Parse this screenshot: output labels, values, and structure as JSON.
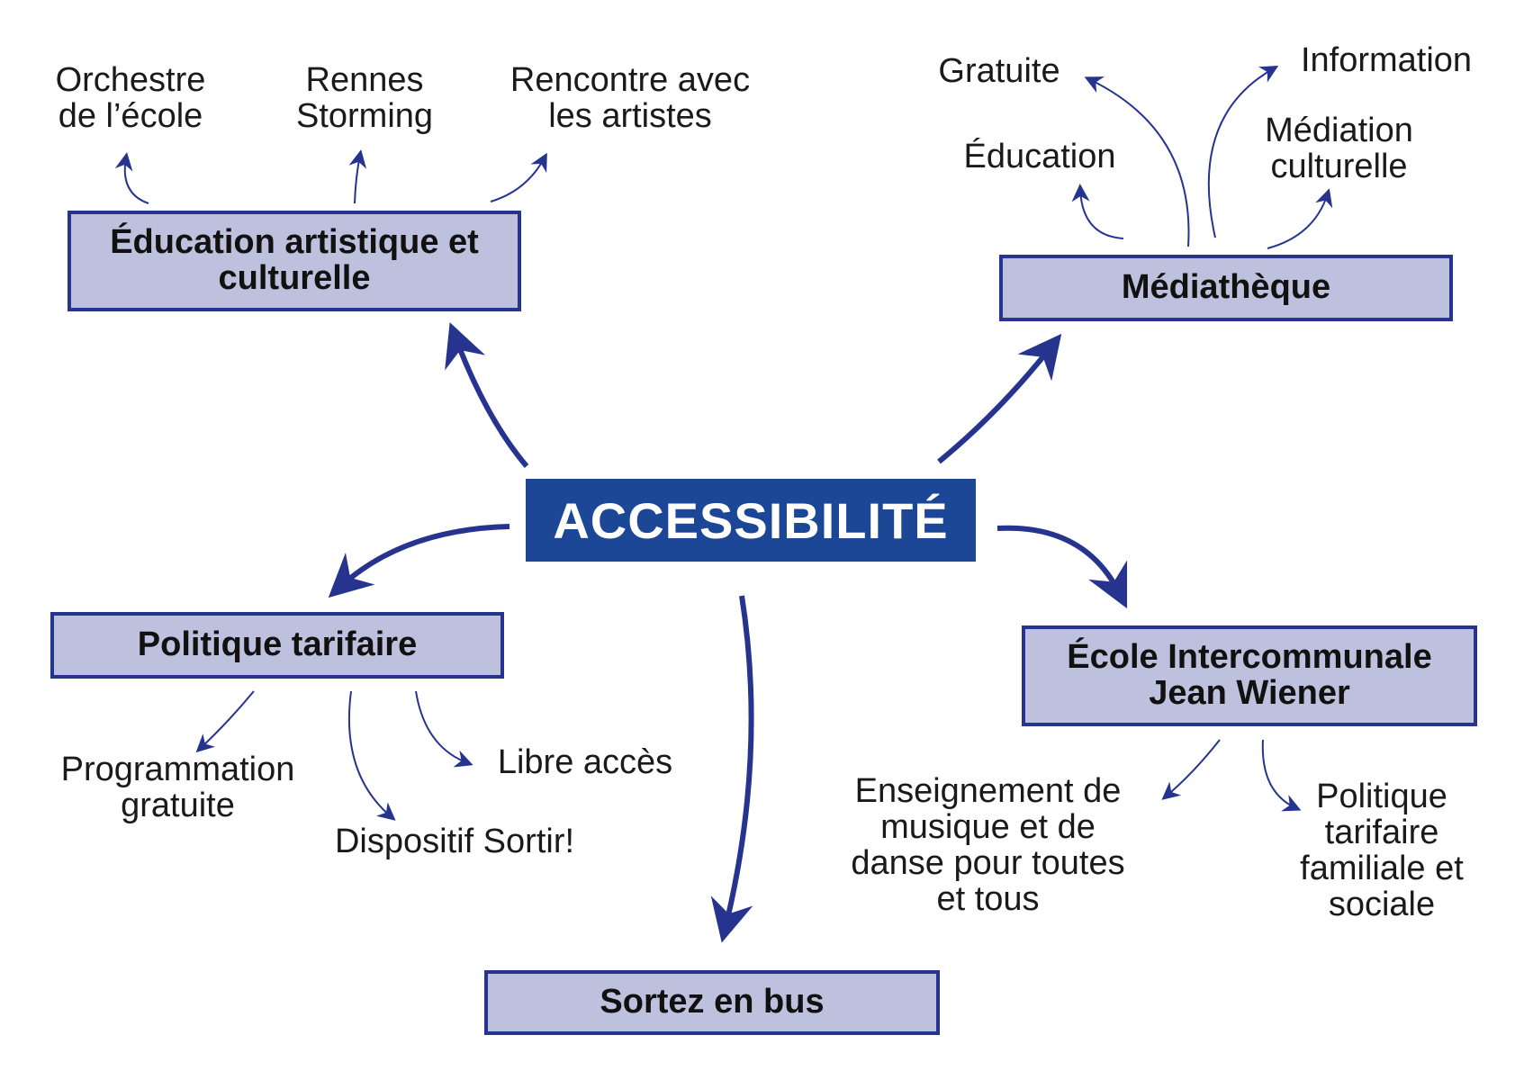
{
  "center": {
    "label": "ACCESSIBILITÉ"
  },
  "colors": {
    "accent": "#26348f",
    "center_fill": "#1c4797",
    "box_fill": "#bec1dd"
  },
  "nodes": {
    "education": {
      "label": "Éducation artistique et\nculturelle",
      "children": [
        "Orchestre\nde l’école",
        "Rennes\nStorming",
        "Rencontre avec\nles artistes"
      ]
    },
    "mediatheque": {
      "label": "Médiathèque",
      "children": [
        "Gratuite",
        "Information",
        "Éducation",
        "Médiation\nculturelle"
      ]
    },
    "politique": {
      "label": "Politique tarifaire",
      "children": [
        "Programmation\ngratuite",
        "Libre accès",
        "Dispositif Sortir!"
      ]
    },
    "ecole": {
      "label": "École Intercommunale\nJean Wiener",
      "children": [
        "Enseignement de\nmusique et de\ndanse pour toutes\net tous",
        "Politique\ntarifaire\nfamiliale et\nsociale"
      ]
    },
    "bus": {
      "label": "Sortez en bus"
    }
  }
}
